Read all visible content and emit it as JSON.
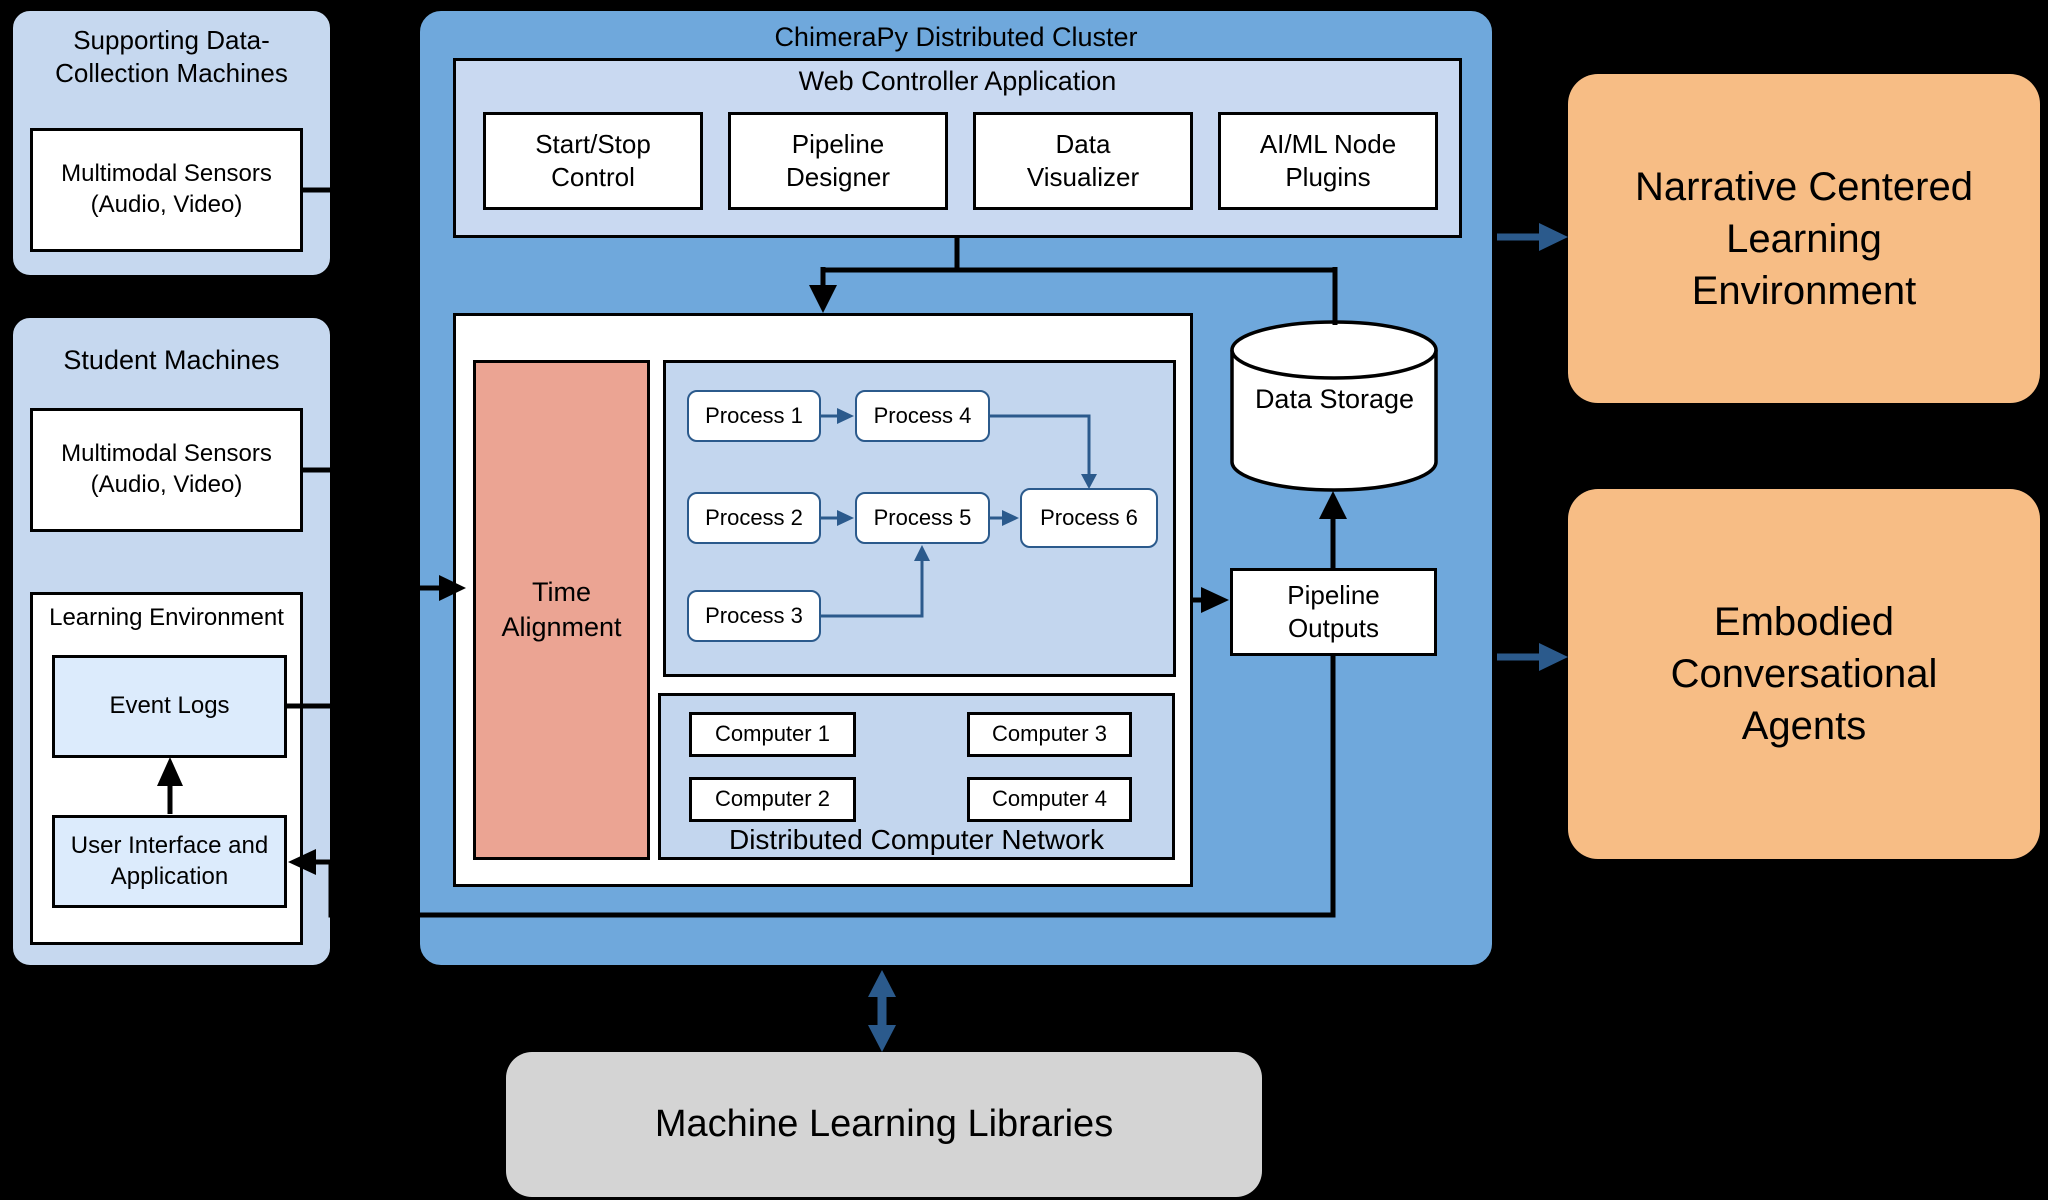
{
  "diagram_title": "ChimeraPy Distributed Cluster",
  "colors": {
    "background": "#000000",
    "cluster_fill": "#6fa8dc",
    "panel_light_blue": "#c6d8ef",
    "wca_light_blue": "#c9d9f1",
    "container_light_blue": "#c3d6ee",
    "inner_box_light_blue": "#dcebfc",
    "time_alignment_fill": "#eba493",
    "external_orange": "#f7bd85",
    "ml_gray": "#d4d4d4",
    "arrow_dark_blue": "#2b5a8c",
    "connector_black": "#000000",
    "box_white": "#ffffff"
  },
  "left_column": {
    "supporting": {
      "title_line1": "Supporting Data-",
      "title_line2": "Collection Machines",
      "sensors_line1": "Multimodal Sensors",
      "sensors_line2": "(Audio, Video)"
    },
    "student": {
      "title": "Student Machines",
      "sensors_line1": "Multimodal Sensors",
      "sensors_line2": "(Audio, Video)",
      "learning_env_title": "Learning Environment",
      "event_logs": "Event Logs",
      "ui_line1": "User Interface and",
      "ui_line2": "Application"
    }
  },
  "cluster": {
    "title": "ChimeraPy Distributed Cluster",
    "web_controller": {
      "title": "Web Controller Application",
      "modules": [
        {
          "line1": "Start/Stop",
          "line2": "Control"
        },
        {
          "line1": "Pipeline",
          "line2": "Designer"
        },
        {
          "line1": "Data",
          "line2": "Visualizer"
        },
        {
          "line1": "AI/ML Node",
          "line2": "Plugins"
        }
      ]
    },
    "time_alignment_line1": "Time",
    "time_alignment_line2": "Alignment",
    "processes": [
      "Process 1",
      "Process 2",
      "Process 3",
      "Process 4",
      "Process 5",
      "Process 6"
    ],
    "network": {
      "title": "Distributed Computer Network",
      "computers": [
        "Computer 1",
        "Computer 2",
        "Computer 3",
        "Computer 4"
      ]
    },
    "data_storage": "Data Storage",
    "pipeline_outputs_line1": "Pipeline",
    "pipeline_outputs_line2": "Outputs"
  },
  "external": {
    "narrative_line1": "Narrative Centered",
    "narrative_line2": "Learning",
    "narrative_line3": "Environment",
    "embodied_line1": "Embodied",
    "embodied_line2": "Conversational",
    "embodied_line3": "Agents",
    "ml_libraries": "Machine Learning Libraries"
  }
}
